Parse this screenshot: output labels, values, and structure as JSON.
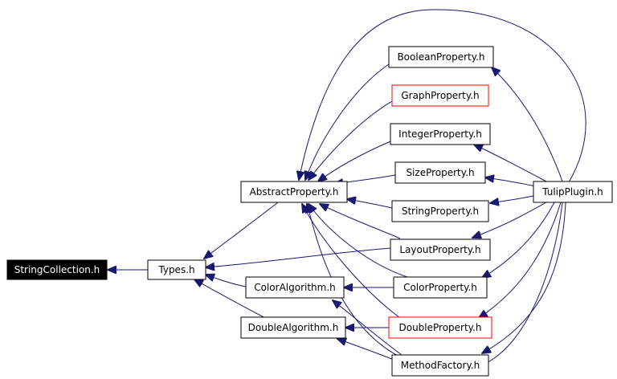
{
  "nodes": {
    "string_collection": {
      "label": "StringCollection.h"
    },
    "types": {
      "label": "Types.h"
    },
    "abstract_property": {
      "label": "AbstractProperty.h"
    },
    "color_algorithm": {
      "label": "ColorAlgorithm.h"
    },
    "double_algorithm": {
      "label": "DoubleAlgorithm.h"
    },
    "boolean_property": {
      "label": "BooleanProperty.h"
    },
    "graph_property": {
      "label": "GraphProperty.h"
    },
    "integer_property": {
      "label": "IntegerProperty.h"
    },
    "size_property": {
      "label": "SizeProperty.h"
    },
    "string_property": {
      "label": "StringProperty.h"
    },
    "layout_property": {
      "label": "LayoutProperty.h"
    },
    "color_property": {
      "label": "ColorProperty.h"
    },
    "double_property": {
      "label": "DoubleProperty.h"
    },
    "method_factory": {
      "label": "MethodFactory.h"
    },
    "tulip_plugin": {
      "label": "TulipPlugin.h"
    }
  },
  "colors": {
    "edge": "#191970",
    "highlight_border": "#ff0000",
    "root_fill": "#000000",
    "root_text": "#ffffff"
  }
}
